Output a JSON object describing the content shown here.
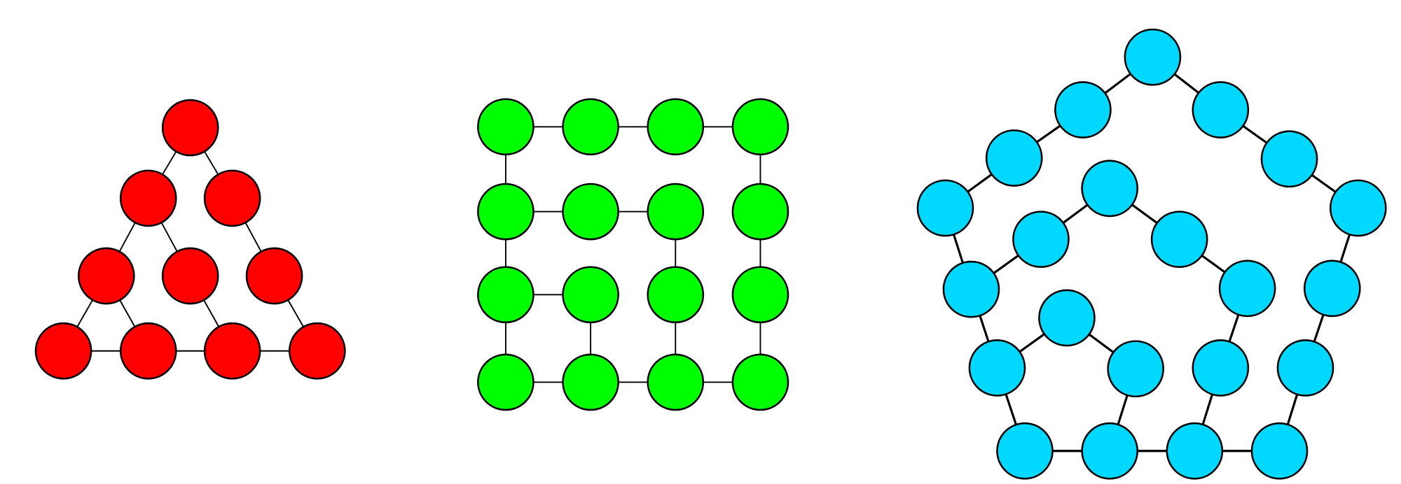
{
  "graphs": [
    {
      "name": "triangle-graph",
      "fill": "#ff0000",
      "edge_width": 1.5,
      "nodes": [
        "t0",
        "t1",
        "t2",
        "t3",
        "t4",
        "t5",
        "t6",
        "t7",
        "t8",
        "t9"
      ],
      "edges": [
        [
          "t0",
          "t1"
        ],
        [
          "t0",
          "t2"
        ],
        [
          "t1",
          "t3"
        ],
        [
          "t1",
          "t4"
        ],
        [
          "t2",
          "t5"
        ],
        [
          "t3",
          "t6"
        ],
        [
          "t3",
          "t7"
        ],
        [
          "t4",
          "t8"
        ],
        [
          "t5",
          "t9"
        ],
        [
          "t6",
          "t7"
        ],
        [
          "t7",
          "t8"
        ],
        [
          "t8",
          "t9"
        ]
      ]
    },
    {
      "name": "grid-graph",
      "fill": "#00ff00",
      "edge_width": 1.5,
      "nodes": [
        "g00",
        "g01",
        "g02",
        "g03",
        "g10",
        "g11",
        "g12",
        "g13",
        "g20",
        "g21",
        "g22",
        "g23",
        "g30",
        "g31",
        "g32",
        "g33"
      ],
      "edges": [
        [
          "g00",
          "g01"
        ],
        [
          "g01",
          "g02"
        ],
        [
          "g02",
          "g03"
        ],
        [
          "g00",
          "g10"
        ],
        [
          "g03",
          "g13"
        ],
        [
          "g10",
          "g11"
        ],
        [
          "g11",
          "g12"
        ],
        [
          "g10",
          "g20"
        ],
        [
          "g12",
          "g22"
        ],
        [
          "g13",
          "g23"
        ],
        [
          "g20",
          "g21"
        ],
        [
          "g20",
          "g30"
        ],
        [
          "g21",
          "g31"
        ],
        [
          "g22",
          "g32"
        ],
        [
          "g23",
          "g33"
        ],
        [
          "g30",
          "g31"
        ],
        [
          "g31",
          "g32"
        ],
        [
          "g32",
          "g33"
        ]
      ]
    },
    {
      "name": "pentagon-graph",
      "fill": "#00d8ff",
      "edge_width": 2.5,
      "nodes": [
        "A",
        "B",
        "C",
        "D",
        "E",
        "F",
        "G",
        "H",
        "I",
        "J",
        "K",
        "L",
        "M",
        "N",
        "O",
        "P",
        "Q",
        "R",
        "S",
        "T",
        "U",
        "V"
      ],
      "edges": [
        [
          "A",
          "B"
        ],
        [
          "A",
          "C"
        ],
        [
          "B",
          "D"
        ],
        [
          "C",
          "E"
        ],
        [
          "D",
          "F"
        ],
        [
          "E",
          "G"
        ],
        [
          "F",
          "K"
        ],
        [
          "G",
          "M"
        ],
        [
          "H",
          "I"
        ],
        [
          "H",
          "J"
        ],
        [
          "I",
          "K"
        ],
        [
          "J",
          "L"
        ],
        [
          "K",
          "O"
        ],
        [
          "M",
          "R"
        ],
        [
          "N",
          "O"
        ],
        [
          "N",
          "P"
        ],
        [
          "L",
          "Q"
        ],
        [
          "O",
          "S"
        ],
        [
          "P",
          "T"
        ],
        [
          "Q",
          "U"
        ],
        [
          "R",
          "V"
        ],
        [
          "S",
          "T"
        ],
        [
          "T",
          "U"
        ],
        [
          "U",
          "V"
        ]
      ]
    }
  ]
}
